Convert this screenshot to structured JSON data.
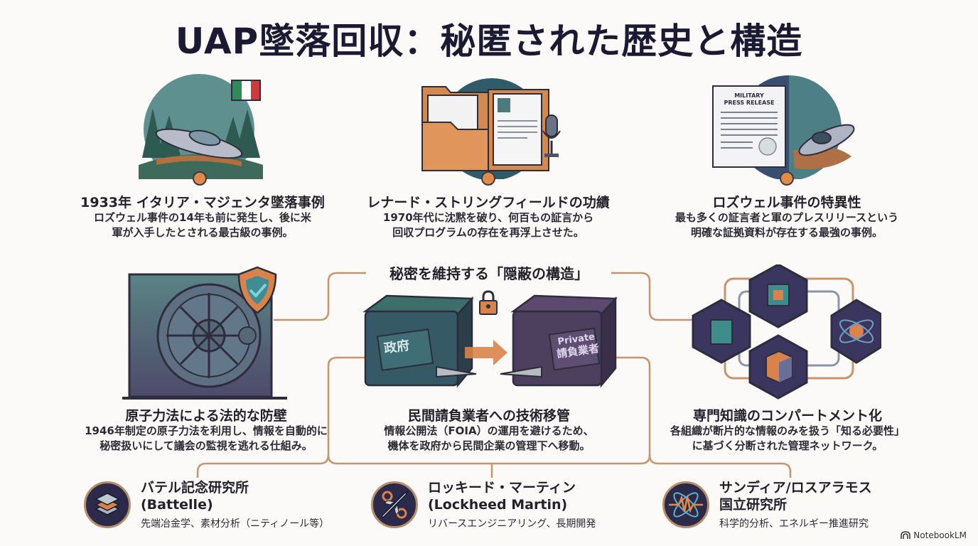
{
  "title": "UAP墜落回収：秘匿された歴史と構造",
  "top_cards": [
    {
      "title": "1933年 イタリア・マジェンタ墜落事例",
      "desc_lines": [
        "ロズウェル事件の14年も前に発生し、後に米",
        "軍が入手したとされる最古級の事例。"
      ],
      "icon": "crashed-ufo-italy-flag-icon"
    },
    {
      "title": "レナード・ストリングフィールドの功績",
      "desc_lines": [
        "1970年代に沈黙を破り、何百もの証言から",
        "回収プログラムの存在を再浮上させた。"
      ],
      "icon": "case-file-folder-microphone-icon"
    },
    {
      "title": "ロズウェル事件の特異性",
      "desc_lines": [
        "最も多くの証言者と軍のプレスリリースという",
        "明確な証拠資料が存在する最強の事例。"
      ],
      "icon": "press-release-crash-site-icon",
      "document_text": [
        "MILITARY",
        "PRESS RELEASE"
      ]
    }
  ],
  "section_label": "秘密を維持する「隠蔽の構造」",
  "middle_cards": [
    {
      "title": "原子力法による法的な防壁",
      "desc_lines": [
        "1946年制定の原子力法を利用し、情報を自動的に",
        "秘密扱いにして議会の監視を逃れる仕組み。"
      ],
      "icon": "vault-shield-icon"
    },
    {
      "title": "民間請負業者への技術移管",
      "desc_lines": [
        "情報公開法（FOIA）の運用を避けるため、",
        "機体を政府から民間企業の管理下へ移動。"
      ],
      "icon": "container-transfer-icon",
      "container_left": "政府",
      "container_right_en": "Private",
      "container_right_jp": "請負業者"
    },
    {
      "title": "専門知識のコンパートメント化",
      "desc_lines": [
        "各組織が断片的な情報のみを扱う「知る必要性」",
        "に基づく分断された管理ネットワーク。"
      ],
      "icon": "hexagon-network-icon"
    }
  ],
  "organizations": [
    {
      "name_line1": "バテル記念研究所",
      "name_line2": "(Battelle)",
      "desc": "先端冶金学、素材分析（ニティノール等）",
      "icon": "layered-material-icon"
    },
    {
      "name_line1": "ロッキード・マーティン",
      "name_line2": "(Lockheed Martin)",
      "desc": "リバースエンジニアリング、長期開発",
      "icon": "jet-gears-icon"
    },
    {
      "name_line1": "サンディア/ロスアラモス",
      "name_line2": "国立研究所",
      "desc": "科学的分析、エネルギー推進研究",
      "icon": "atom-wave-icon"
    }
  ],
  "brand": "NotebookLM",
  "colors": {
    "accent_orange": "#e28a47",
    "connector": "#c9946a",
    "navy": "#2b2a4a",
    "teal": "#3f6b6e",
    "purple": "#4d3f5e",
    "title_text": "#1c1a33"
  }
}
